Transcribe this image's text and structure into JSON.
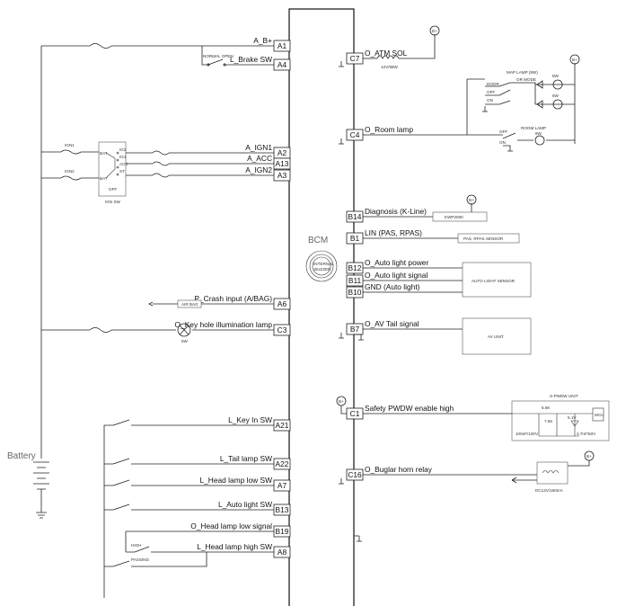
{
  "ecu": {
    "label": "BCM",
    "internal_buzzer": [
      "INTERNAL",
      "BUZZER"
    ]
  },
  "battery": {
    "label": "Battery",
    "b_plus": "B+"
  },
  "left_pins": [
    {
      "pin": "A1",
      "signal": "A_B+"
    },
    {
      "pin": "A4",
      "signal": "L_Brake SW"
    },
    {
      "pin": "A2",
      "signal": "A_IGN1"
    },
    {
      "pin": "A13",
      "signal": "A_ACC"
    },
    {
      "pin": "A3",
      "signal": "A_IGN2"
    },
    {
      "pin": "A6",
      "signal": "P_Crash input (A/BAG)"
    },
    {
      "pin": "C3",
      "signal": "O_Key hole illumination lamp"
    },
    {
      "pin": "A21",
      "signal": "L_Key In SW"
    },
    {
      "pin": "A22",
      "signal": "L_Tail lamp SW"
    },
    {
      "pin": "A7",
      "signal": "L_Head lamp low SW"
    },
    {
      "pin": "B13",
      "signal": "L_Auto light SW"
    },
    {
      "pin": "B19",
      "signal": "O_Head lamp low signal"
    },
    {
      "pin": "A8",
      "signal": "L_Head lamp high SW"
    }
  ],
  "right_pins": [
    {
      "pin": "C7",
      "signal": "O_ATM SOL"
    },
    {
      "pin": "C4",
      "signal": "O_Room lamp"
    },
    {
      "pin": "B14",
      "signal": "Diagnosis (K-Line)"
    },
    {
      "pin": "B1",
      "signal": "LIN (PAS, RPAS)"
    },
    {
      "pin": "B12",
      "signal": "O_Auto light power"
    },
    {
      "pin": "B11",
      "signal": "O_Auto light signal"
    },
    {
      "pin": "B10",
      "signal": "GND (Auto light)"
    },
    {
      "pin": "B7",
      "signal": "O_AV Tail signal"
    },
    {
      "pin": "C1",
      "signal": "Safety PWDW enable high"
    },
    {
      "pin": "C16",
      "signal": "O_Buglar horn relay"
    }
  ],
  "components": {
    "normal_open": "NORMAL OPEN",
    "ign1": "IGN1",
    "ign2": "IGN2",
    "ign_sw": "IGN SW",
    "ign_sw_terms": [
      "IG2",
      "IG1",
      "ACC",
      "BAT",
      "ST",
      "OFF",
      "BAT"
    ],
    "air_bag": "AIR BAG",
    "lamp_rating": "5W",
    "high": "HIGH",
    "passing": "PASSING",
    "sol_rating": "12V/58W",
    "map_lamp": [
      "MAP LAMP (8W)",
      "OR MODE"
    ],
    "map_door": "DOOR",
    "map_off": "OFF",
    "map_on": "ON",
    "map_8w_a": "8W",
    "map_8w_b": "8W",
    "room_lamp": "ROOM LAMP",
    "room_8w": "8W",
    "room_off": "OFF",
    "room_on": "ON",
    "kwp": "KWP2000",
    "pas": "PAS, RPAS SENSOR",
    "auto_light": "AUTO LIGHT SENSOR",
    "av_unit": "AV UNIT",
    "pwdw_unit": "S-PWDW UNIT",
    "pwdw_parts": [
      "5.6K",
      "7.5K",
      "5.1V",
      "100nF/100V",
      "4.7nF/50V",
      "MCU"
    ],
    "relay_rating": "DC12V/160mA"
  }
}
